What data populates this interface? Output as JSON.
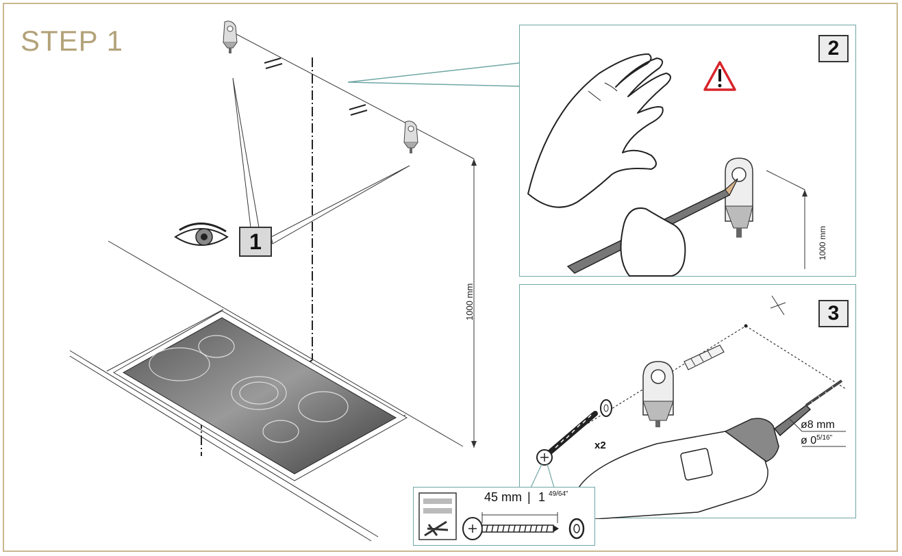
{
  "title": "STEP 1",
  "panels": {
    "main": {
      "callout_number": "1",
      "height_dimension": "1000 mm"
    },
    "panel_2": {
      "number": "2",
      "height_dimension": "1000 mm",
      "warning_icon": "warning-triangle-icon"
    },
    "panel_3": {
      "number": "3",
      "quantity": "x2",
      "drill_diameter_mm": "ø8 mm",
      "drill_diameter_in_prefix": "ø 0",
      "drill_diameter_in_fraction": "5/16\"",
      "screw_length_mm": "45 mm",
      "screw_length_sep": "|",
      "screw_length_in_whole": "1",
      "screw_length_in_fraction": "49/64\""
    }
  },
  "icons": [
    "eye-icon",
    "warning-triangle-icon",
    "hand-icon",
    "pencil-icon",
    "drill-icon",
    "screw-icon",
    "washer-icon",
    "wall-plug-icon",
    "bracket-icon",
    "hardware-pack-icon"
  ],
  "colors": {
    "frame": "#c9b88f",
    "title": "#b3a37a",
    "panel_border": "#6fa6a4",
    "warning": "#d8242b"
  }
}
